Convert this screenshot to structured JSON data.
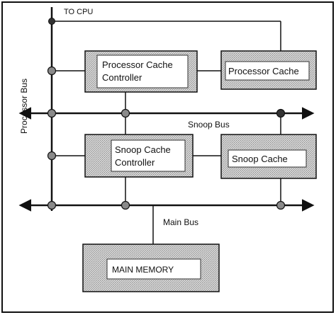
{
  "labels": {
    "to_cpu": "TO CPU",
    "processor_bus": "Processor Bus",
    "snoop_bus": "Snoop Bus",
    "main_bus": "Main Bus"
  },
  "blocks": {
    "processor_cache_controller": {
      "line1": "Processor Cache",
      "line2": "Controller"
    },
    "processor_cache": {
      "line1": "Processor Cache"
    },
    "snoop_cache_controller": {
      "line1": "Snoop Cache",
      "line2": "Controller"
    },
    "snoop_cache": {
      "line1": "Snoop Cache"
    },
    "main_memory": {
      "line1": "MAIN MEMORY"
    }
  },
  "colors": {
    "line": "#111111",
    "shadow_fill": "#bcbcbc",
    "box_fill": "#ffffff"
  }
}
